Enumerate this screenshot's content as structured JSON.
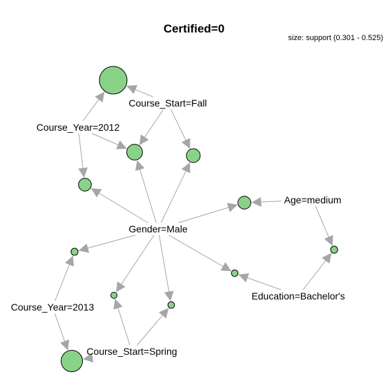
{
  "title": "Certified=0",
  "legend": "size: support (0.301 - 0.525)",
  "colors": {
    "node_fill": "#88d388",
    "node_stroke": "#000000",
    "edge": "#a6a6a6"
  },
  "items": [
    {
      "id": "course_start_fall",
      "label": "Course_Start=Fall"
    },
    {
      "id": "course_year_2012",
      "label": "Course_Year=2012"
    },
    {
      "id": "age_medium",
      "label": "Age=medium"
    },
    {
      "id": "gender_male",
      "label": "Gender=Male"
    },
    {
      "id": "course_year_2013",
      "label": "Course_Year=2013"
    },
    {
      "id": "education_bachelors",
      "label": "Education=Bachelor's"
    },
    {
      "id": "course_start_spring",
      "label": "Course_Start=Spring"
    }
  ],
  "rules": [
    {
      "id": "r1",
      "support": 0.525,
      "lhs": [
        "course_start_fall",
        "course_year_2012"
      ]
    },
    {
      "id": "r2",
      "support": 0.4,
      "lhs": [
        "course_year_2012",
        "course_start_fall",
        "gender_male"
      ]
    },
    {
      "id": "r3",
      "support": 0.38,
      "lhs": [
        "course_start_fall",
        "gender_male"
      ]
    },
    {
      "id": "r4",
      "support": 0.37,
      "lhs": [
        "course_year_2012",
        "gender_male"
      ]
    },
    {
      "id": "r5",
      "support": 0.37,
      "lhs": [
        "gender_male",
        "age_medium"
      ]
    },
    {
      "id": "r6",
      "support": 0.31,
      "lhs": [
        "age_medium",
        "education_bachelors"
      ]
    },
    {
      "id": "r7",
      "support": 0.31,
      "lhs": [
        "gender_male",
        "course_year_2013"
      ]
    },
    {
      "id": "r8",
      "support": 0.305,
      "lhs": [
        "gender_male",
        "education_bachelors"
      ]
    },
    {
      "id": "r9",
      "support": 0.305,
      "lhs": [
        "gender_male",
        "course_start_spring"
      ]
    },
    {
      "id": "r10",
      "support": 0.301,
      "lhs": [
        "course_start_spring",
        "gender_male"
      ]
    },
    {
      "id": "r11",
      "support": 0.46,
      "lhs": [
        "course_year_2013",
        "course_start_spring"
      ]
    }
  ]
}
